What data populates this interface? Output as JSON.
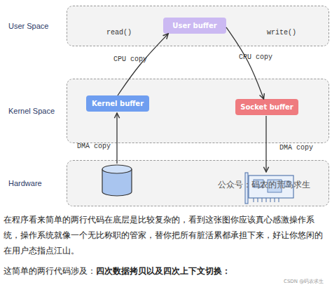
{
  "diagram": {
    "nodes": [
      {
        "text": [
          "User Space"
        ]
      },
      {
        "text": [
          "User buffer"
        ],
        "in": 0
      },
      {
        "text": [
          "Kernel Space"
        ]
      },
      {
        "text": [
          "Kernel buffer"
        ],
        "in": 2
      },
      {
        "text": [
          "Socket buffer"
        ],
        "in": 2
      },
      {
        "text": [
          "Hardware"
        ]
      }
    ],
    "edges": [
      {
        "from": 3,
        "to": 1,
        "arrow": "to",
        "label": "CPU copy"
      },
      {
        "from": 1,
        "to": 4,
        "arrow": "to",
        "label": "CPU copy"
      }
    ],
    "labels": [
      "read()",
      "write()",
      "DMA copy",
      "DMA copy",
      "公众号：码农的荒岛求生",
      "在程序看来简单的两行代码在底层是比较复杂的，看到这张图你应该真心感激操作系统，操作系统就像一个无比称职的管家，替你把所有脏活累都承担下来，好让你悠闲的在用户态指点江山。",
      "这简单的两行代码涉及：",
      "四次数据拷贝以及四次上下文切换：",
      "CSDN @码农求生"
    ]
  }
}
